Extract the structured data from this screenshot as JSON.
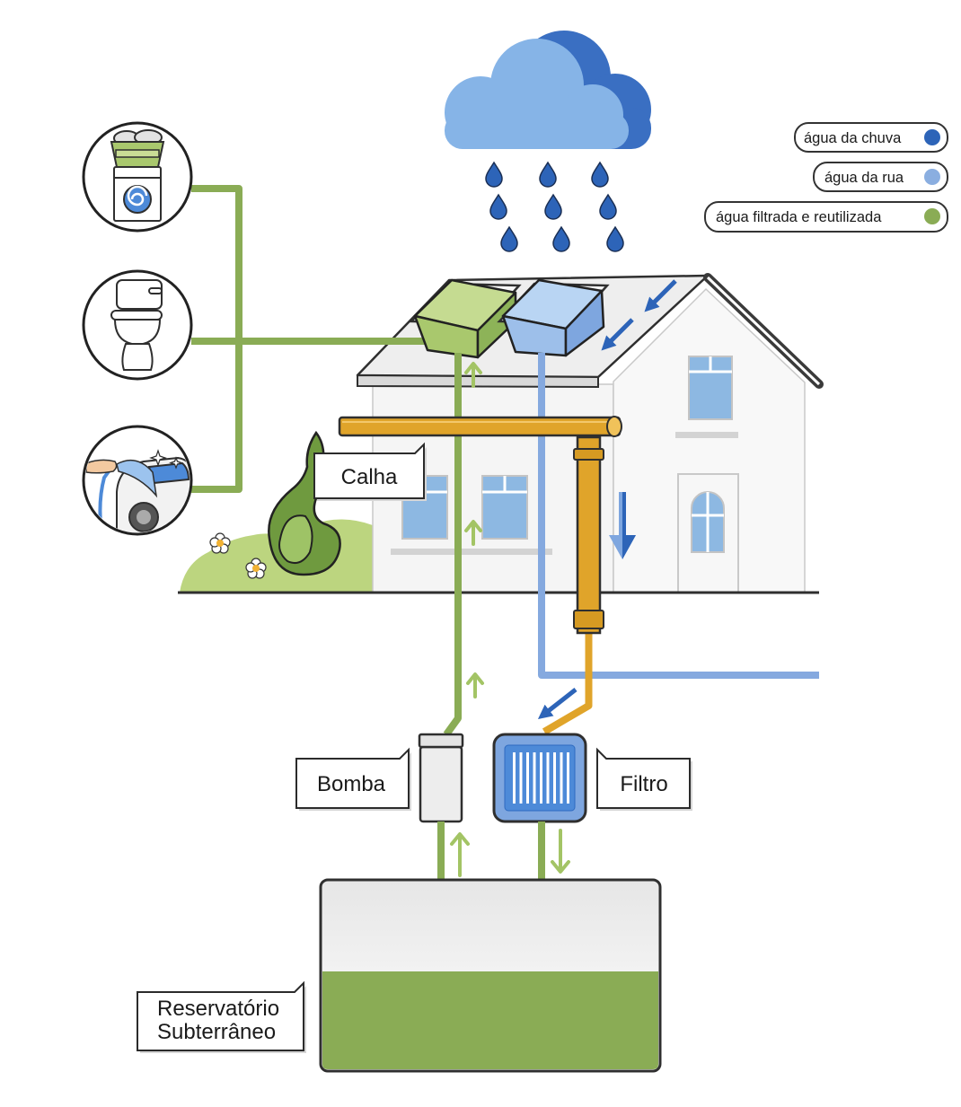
{
  "legend": [
    {
      "label": "água da chuva",
      "color": "#2d64b8"
    },
    {
      "label": "água da rua",
      "color": "#8aaee0"
    },
    {
      "label": "água filtrada e reutilizada",
      "color": "#8aac55"
    }
  ],
  "labels": {
    "calha": "Calha",
    "bomba": "Bomba",
    "filtro": "Filtro",
    "reservatorio": [
      "Reservatório",
      "Subterrâneo"
    ]
  },
  "uses": [
    {
      "icon": "laundry-icon"
    },
    {
      "icon": "toilet-icon"
    },
    {
      "icon": "car-wash-icon"
    }
  ],
  "colors": {
    "rain_water": "#2d64b8",
    "street_water": "#8aaee0",
    "reused_water": "#8aac55",
    "gutter": "#e0a42a",
    "cloud_light": "#86b4e7",
    "cloud_dark": "#3a6fc2"
  }
}
